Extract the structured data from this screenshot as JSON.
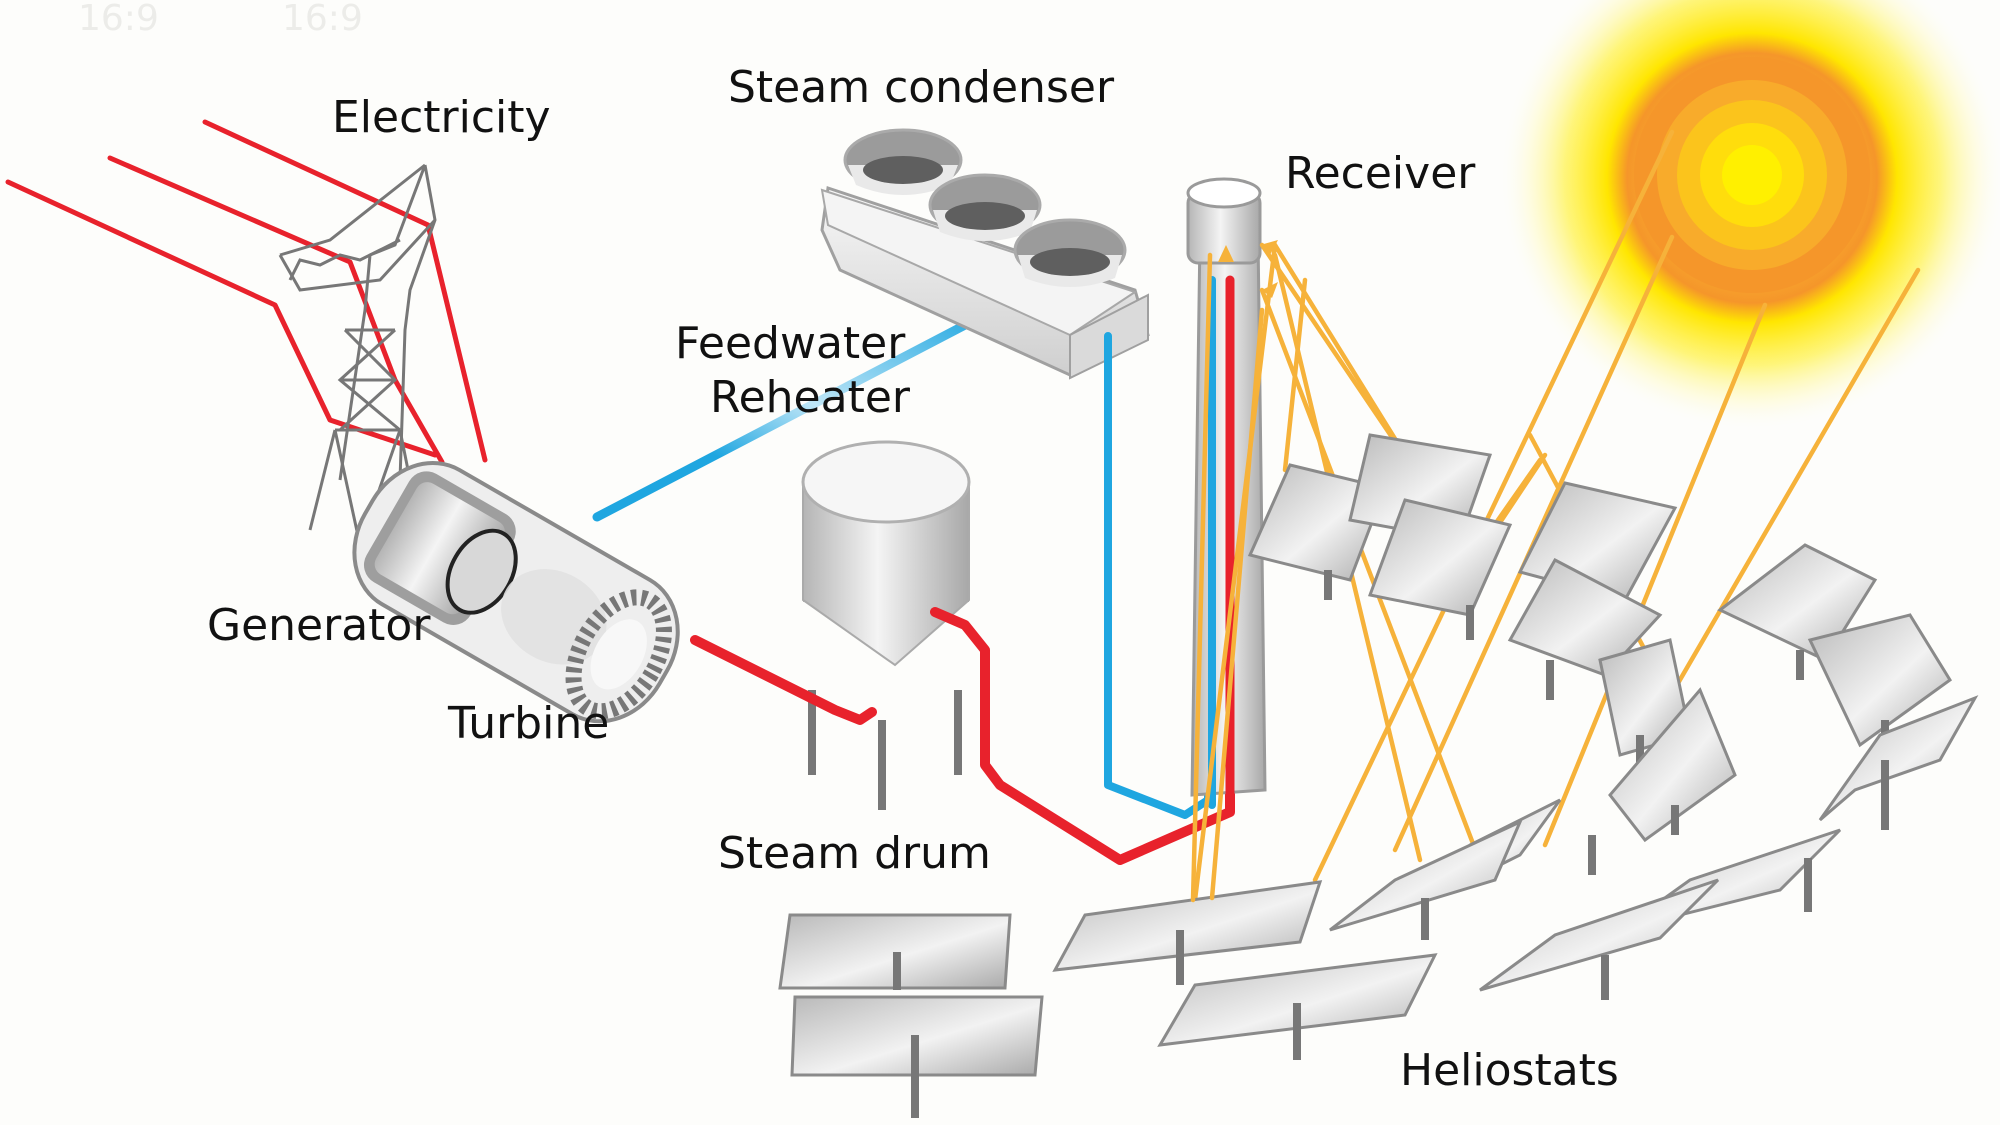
{
  "diagram": {
    "title_hint": "Concentrated solar power tower plant",
    "watermarks": [
      "16:9",
      "16:9"
    ],
    "labels": {
      "electricity": "Electricity",
      "steam_condenser": "Steam condenser",
      "receiver": "Receiver",
      "feedwater": "Feedwater",
      "reheater": "Reheater",
      "generator": "Generator",
      "turbine": "Turbine",
      "steam_drum": "Steam drum",
      "heliostats": "Heliostats"
    },
    "colors": {
      "hot_steam": "#e8222c",
      "cold_water": "#1fa6e0",
      "sun_rays": "#f6b23a",
      "sun_core": "#ffee00",
      "sun_ring": "#f5962a",
      "equipment": "#c9c9c9"
    },
    "components": [
      "power-lines",
      "transmission-tower",
      "generator",
      "turbine",
      "steam-condenser",
      "feedwater-reheater-pipe",
      "steam-drum",
      "receiver-tower",
      "sun",
      "heliostat-field"
    ]
  }
}
